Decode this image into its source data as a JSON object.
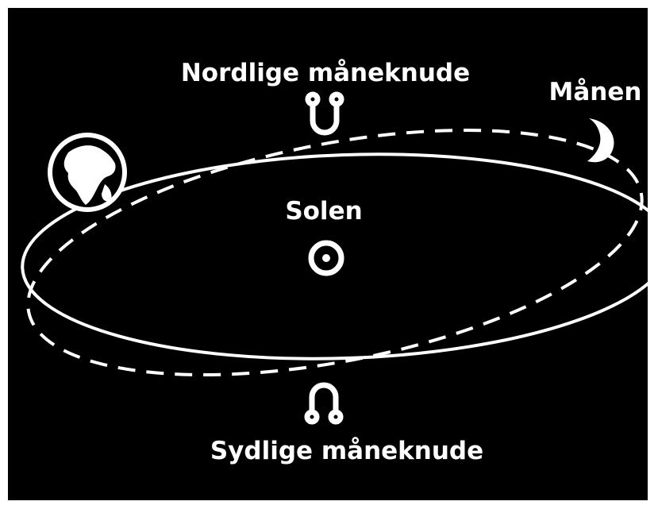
{
  "labels": {
    "north_node": "Nordlige måneknude",
    "moon": "Månen",
    "sun": "Solen",
    "south_node": "Sydlige måneknude"
  },
  "icons": {
    "earth": "earth-globe-icon",
    "sun": "sun-symbol-icon",
    "moon": "crescent-moon-icon",
    "north_node": "north-node-icon",
    "south_node": "south-node-icon"
  },
  "colors": {
    "background": "#000000",
    "foreground": "#ffffff",
    "frame": "#ffffff"
  }
}
